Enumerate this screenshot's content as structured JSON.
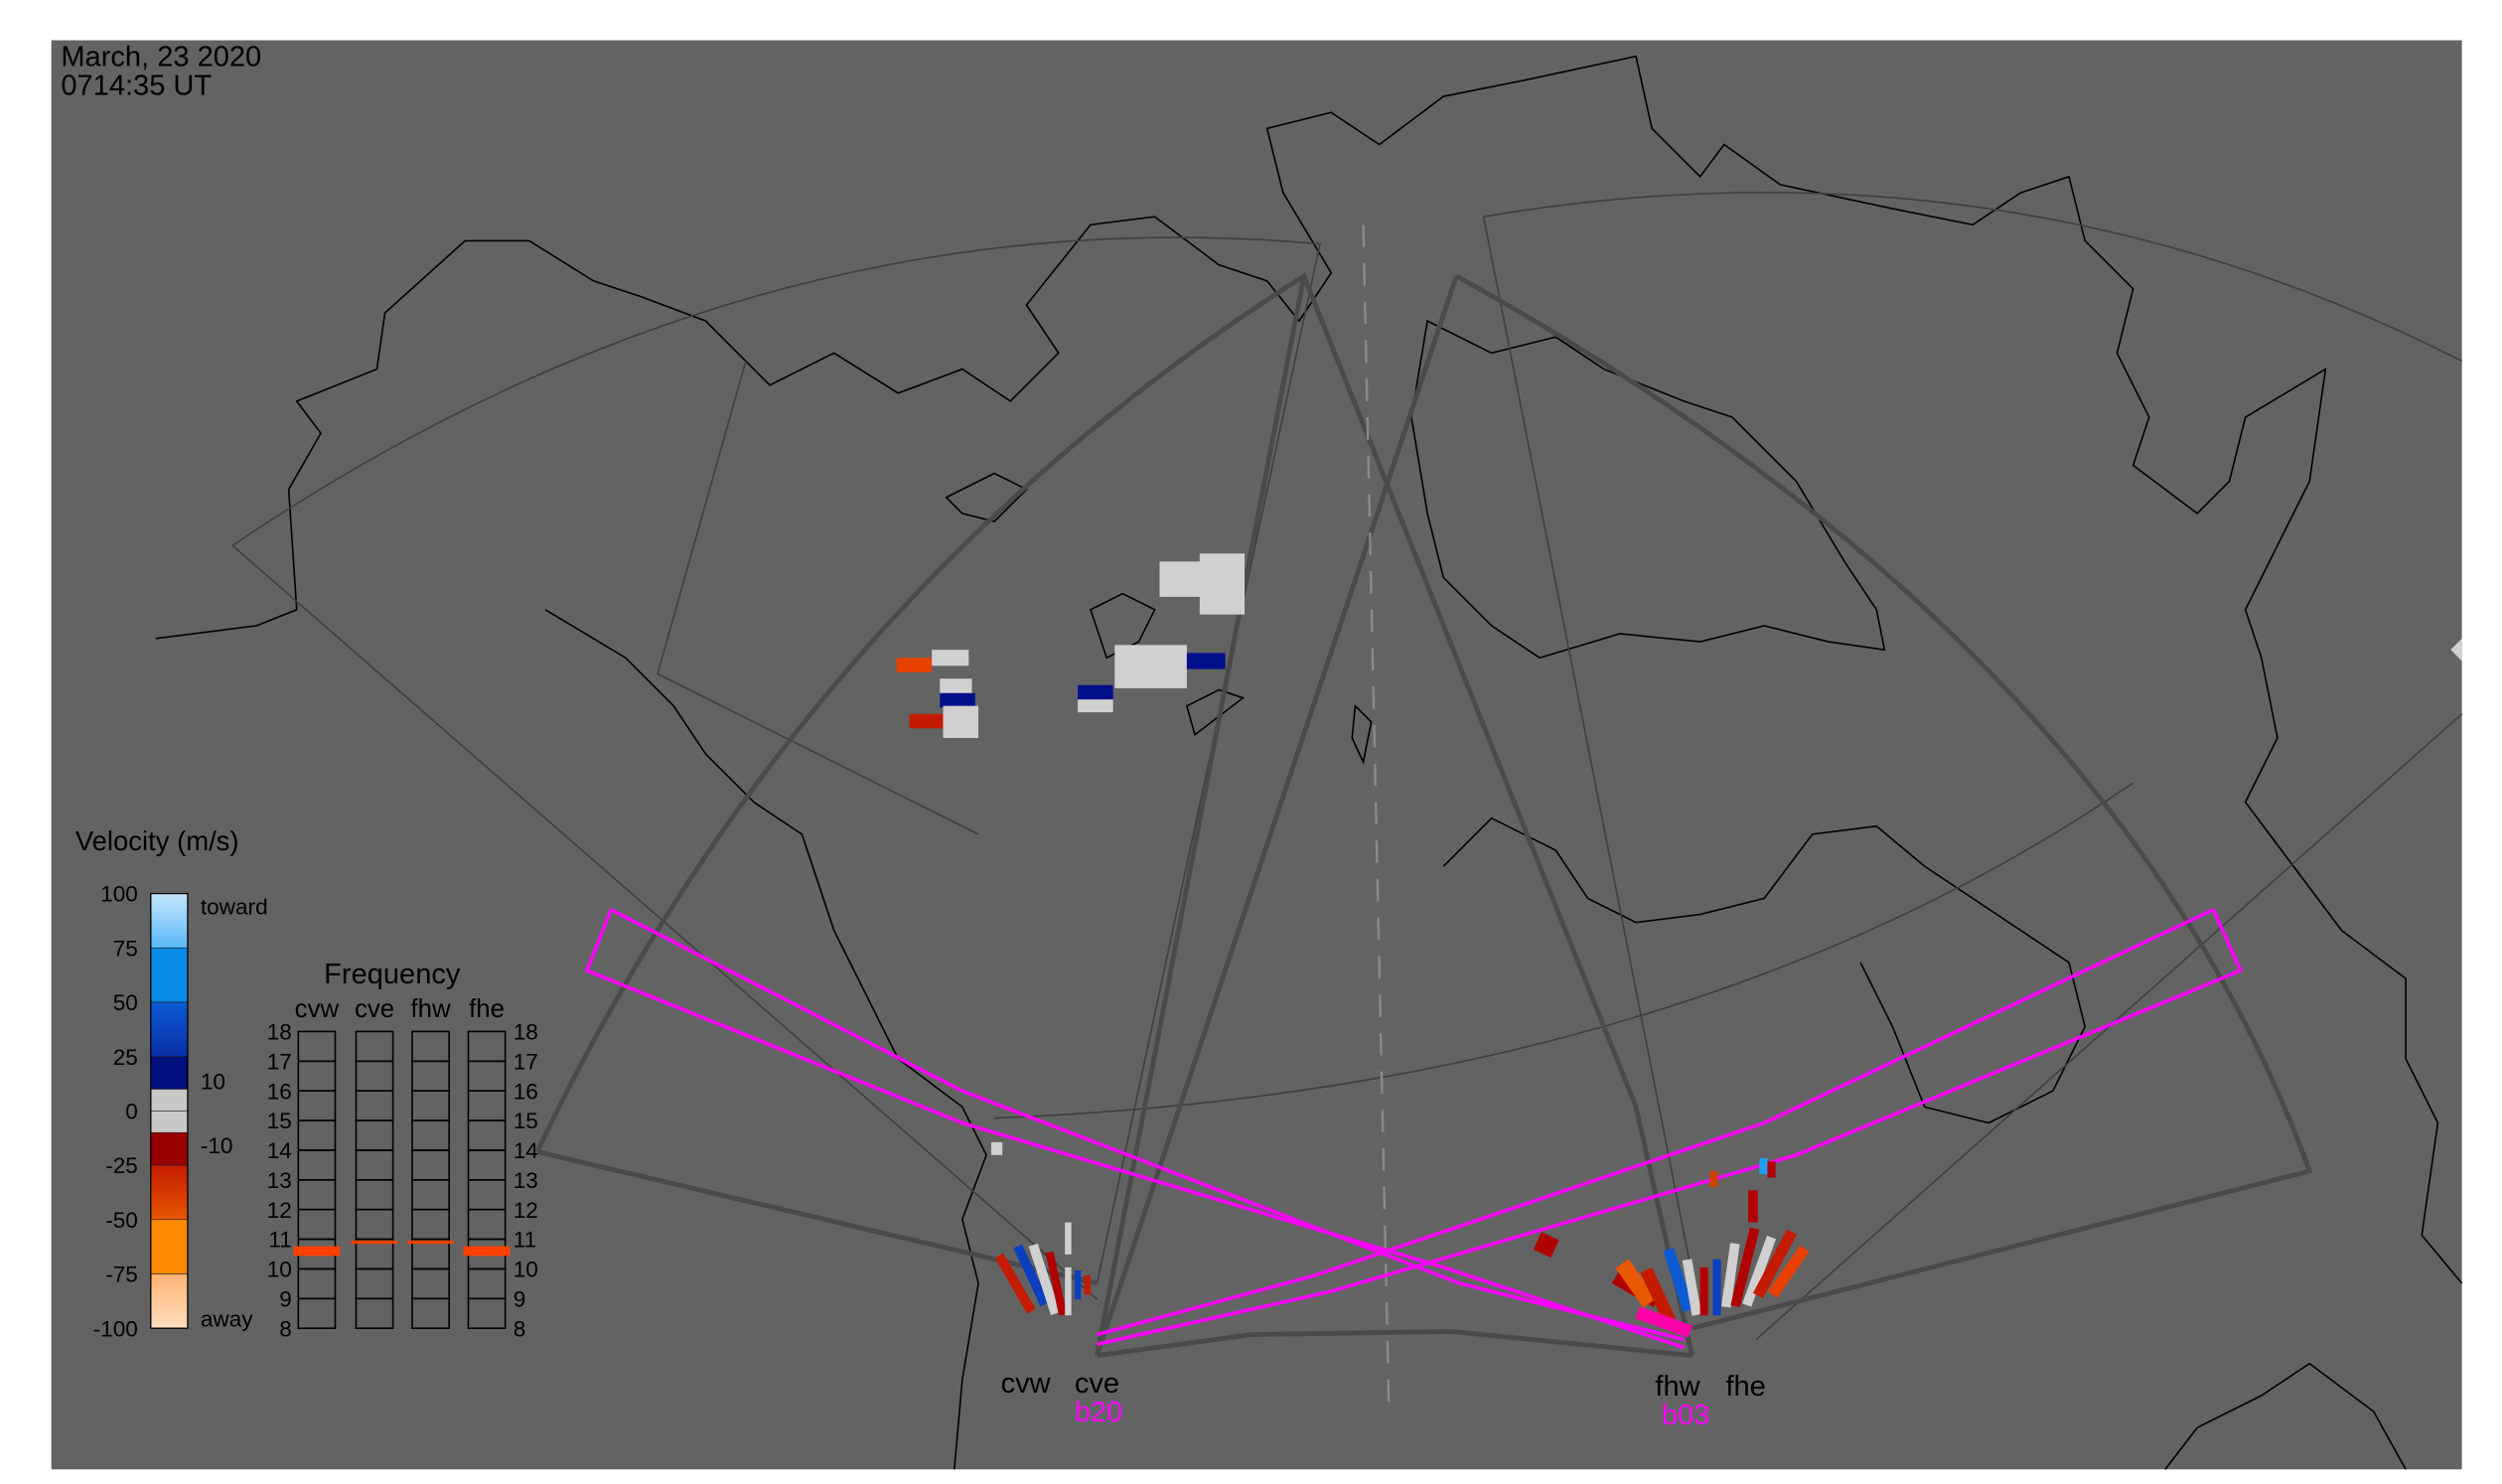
{
  "header": {
    "date": "March, 23 2020",
    "time": "0714:35 UT"
  },
  "legend": {
    "title": "Velocity (m/s)",
    "ticks": [
      "100",
      "75",
      "50",
      "25",
      "0",
      "-25",
      "-50",
      "-75",
      "-100"
    ],
    "toward_label": "toward",
    "away_label": "away",
    "inner_pos": "10",
    "inner_neg": "-10",
    "colors": [
      "#c6e6ff",
      "#5ab8f5",
      "#0a8de8",
      "#0b5ad2",
      "#0a2fa8",
      "#00107c",
      "#c8c8c8",
      "#c8c8c8",
      "#9b0000",
      "#c41a00",
      "#e85800",
      "#ff8a00",
      "#ffb070",
      "#ffe0c0"
    ]
  },
  "frequency": {
    "title": "Frequency",
    "radars": [
      "cvw",
      "cve",
      "fhw",
      "fhe"
    ],
    "ticks": [
      "18",
      "17",
      "16",
      "15",
      "14",
      "13",
      "12",
      "11",
      "10",
      "9",
      "8"
    ],
    "radar_freq_mhz": [
      10.6,
      10.9,
      10.9,
      10.6
    ],
    "marker_color": "#ff4000"
  },
  "sites": {
    "christmas_valley": {
      "west": "cvw",
      "east": "cve",
      "beam": "b20"
    },
    "fort_hays": {
      "west": "fhw",
      "east": "fhe",
      "beam": "b03"
    }
  },
  "colors": {
    "background": "#636363",
    "beam_highlight": "#ff00ff"
  }
}
